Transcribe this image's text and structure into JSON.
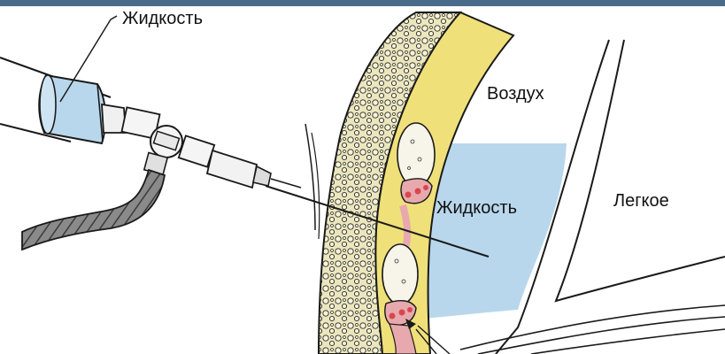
{
  "labels": {
    "fluid_syringe": "Жидкость",
    "air": "Воздух",
    "fluid_pleural": "Жидкость",
    "lung": "Легкое"
  },
  "colors": {
    "header_bar": "#4a6a8a",
    "fluid": "#b9d7ec",
    "fat_layer": "#efe07a",
    "skin_layer": "#e8e3b8",
    "vessel_pink": "#e7a9ae",
    "vessel_red": "#d8474e",
    "tube_gray": "#7a7a7a",
    "outline": "#1a1a1a"
  },
  "icons": [
    "syringe-icon",
    "stopcock-icon",
    "needle-icon",
    "drainage-tube-icon"
  ]
}
